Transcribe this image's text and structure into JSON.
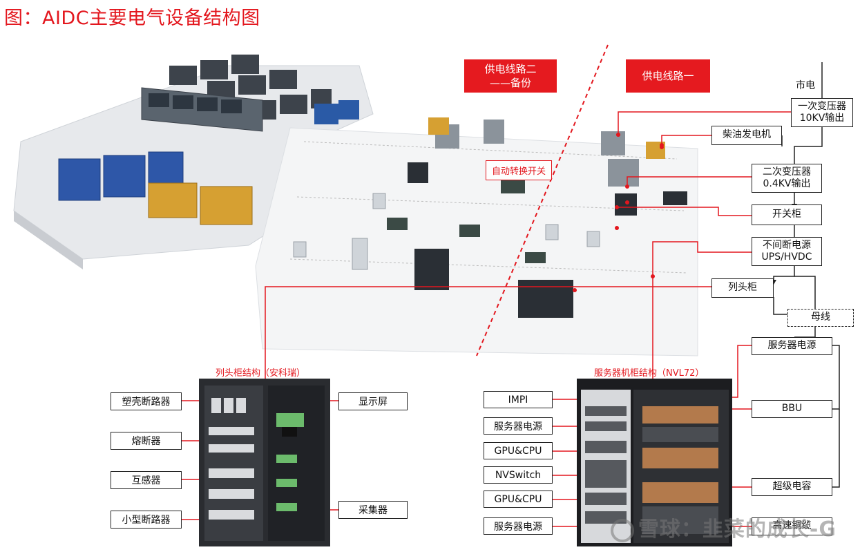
{
  "title": "图：AIDC主要电气设备结构图",
  "scene": {
    "route2_banner": "供电线路二\n——备份",
    "route1_banner": "供电线路一",
    "ats_label": "自动转换开关"
  },
  "flow": {
    "utility": "市电",
    "transformer1": "一次变压器\n10KV输出",
    "diesel": "柴油发电机",
    "transformer2": "二次变压器\n0.4KV输出",
    "switchgear": "开关柜",
    "ups": "不间断电源\nUPS/HVDC",
    "column_cabinet": "列头柜",
    "busbar": "母线",
    "server_psu": "服务器电源",
    "bbu": "BBU",
    "supercap": "超级电容",
    "cable": "高速铜缆"
  },
  "left_photo": {
    "caption": "列头柜结构（安科瑞）",
    "labels": [
      "塑壳断路器",
      "熔断器",
      "互感器",
      "小型断路器"
    ],
    "right_labels": [
      "显示屏",
      "采集器"
    ]
  },
  "right_photo": {
    "caption": "服务器机柜结构（NVL72）",
    "labels": [
      "IMPI",
      "服务器电源",
      "GPU&CPU",
      "NVSwitch",
      "GPU&CPU",
      "服务器电源"
    ]
  },
  "watermark": "雪球：韭菜的成长-G",
  "colors": {
    "accent": "#e3171e",
    "line": "#222222"
  }
}
